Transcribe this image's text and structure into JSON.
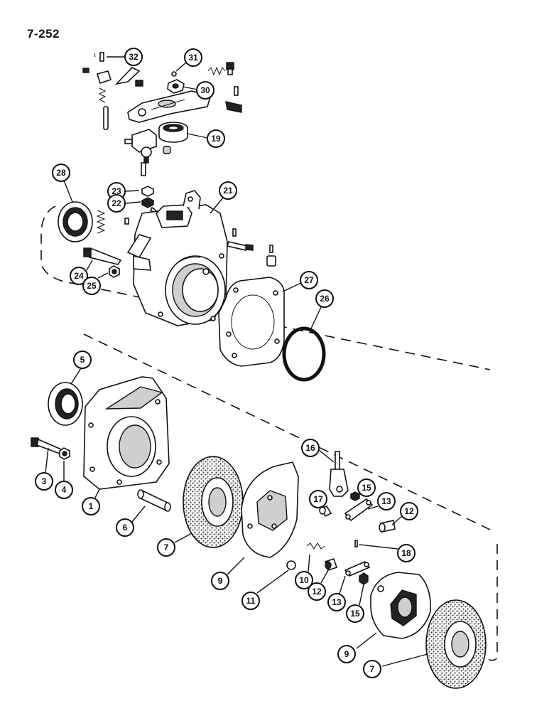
{
  "page": {
    "number": "7-252"
  },
  "callouts": [
    {
      "id": "c32",
      "label": "32"
    },
    {
      "id": "c31",
      "label": "31"
    },
    {
      "id": "c30",
      "label": "30"
    },
    {
      "id": "c19",
      "label": "19"
    },
    {
      "id": "c28",
      "label": "28"
    },
    {
      "id": "c23",
      "label": "23"
    },
    {
      "id": "c22",
      "label": "22"
    },
    {
      "id": "c21",
      "label": "21"
    },
    {
      "id": "c24",
      "label": "24"
    },
    {
      "id": "c25",
      "label": "25"
    },
    {
      "id": "c27",
      "label": "27"
    },
    {
      "id": "c26",
      "label": "26"
    },
    {
      "id": "c5",
      "label": "5"
    },
    {
      "id": "c3",
      "label": "3"
    },
    {
      "id": "c4",
      "label": "4"
    },
    {
      "id": "c1",
      "label": "1"
    },
    {
      "id": "c6",
      "label": "6"
    },
    {
      "id": "c7a",
      "label": "7"
    },
    {
      "id": "c16",
      "label": "16"
    },
    {
      "id": "c15a",
      "label": "15"
    },
    {
      "id": "c13a",
      "label": "13"
    },
    {
      "id": "c12a",
      "label": "12"
    },
    {
      "id": "c17",
      "label": "17"
    },
    {
      "id": "c18",
      "label": "18"
    },
    {
      "id": "c9a",
      "label": "9"
    },
    {
      "id": "c10",
      "label": "10"
    },
    {
      "id": "c11",
      "label": "11"
    },
    {
      "id": "c12b",
      "label": "12"
    },
    {
      "id": "c13b",
      "label": "13"
    },
    {
      "id": "c15b",
      "label": "15"
    },
    {
      "id": "c9b",
      "label": "9"
    },
    {
      "id": "c7b",
      "label": "7"
    }
  ]
}
